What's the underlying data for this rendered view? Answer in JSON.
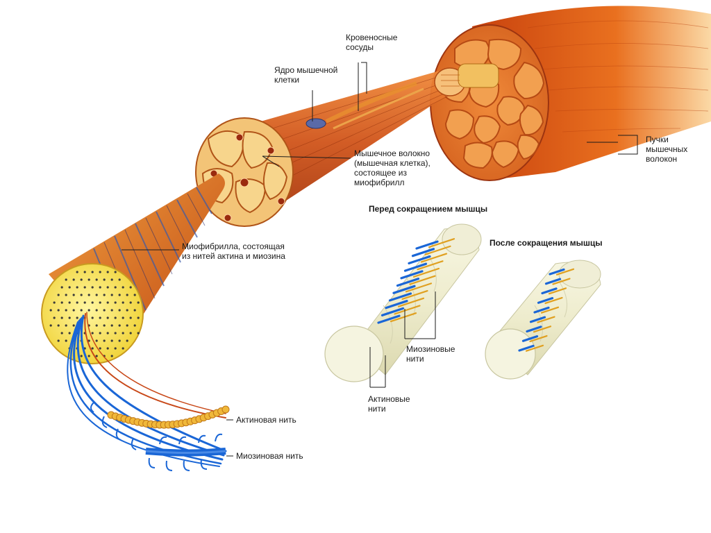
{
  "labels": {
    "blood_vessels": [
      "Кровеносные",
      "сосуды"
    ],
    "nucleus": [
      "Ядро мышечной",
      "клетки"
    ],
    "muscle_fiber": [
      "Мышечное волокно",
      "(мышечная клетка),",
      "состоящее из",
      "миофибрилл"
    ],
    "bundles": [
      "Пучки",
      "мышечных",
      "волокон"
    ],
    "myofibril": [
      "Миофибрилла, состоящая",
      "из нитей актина и миозина"
    ],
    "actin_filament": "Актиновая нить",
    "myosin_filament": "Миозиновая нить",
    "myosin_threads": [
      "Миозиновые",
      "нити"
    ],
    "actin_threads": [
      "Актиновые",
      "нити"
    ]
  },
  "titles": {
    "before": "Перед сокращением мышцы",
    "after": "После сокращения мышцы"
  },
  "colors": {
    "muscle": "#e2661c",
    "muscle_dark": "#b83a0c",
    "fiber_section": "#f0c070",
    "myofibril_face": "#f4e048",
    "myosin": "#1a66d6",
    "actin": "#e0a020",
    "sarcomere_tube": "#f3f1d4"
  }
}
